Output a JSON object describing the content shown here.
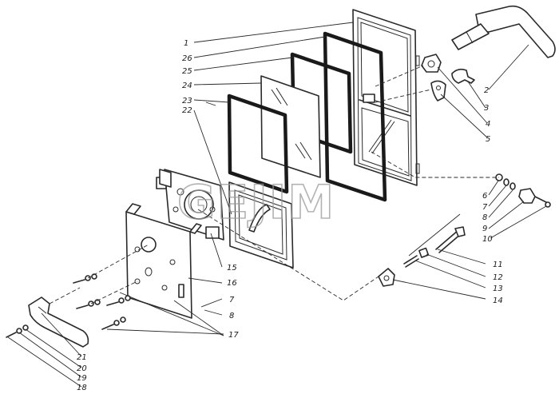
{
  "watermark": "GEJIM",
  "callouts": {
    "c1": "1",
    "c26": "26",
    "c25": "25",
    "c24": "24",
    "c23": "23",
    "c22": "22",
    "c2": "2",
    "c3": "3",
    "c4": "4",
    "c5": "5",
    "c6": "6",
    "c7a": "7",
    "c8a": "8",
    "c9": "9",
    "c10": "10",
    "c11": "11",
    "c12": "12",
    "c13": "13",
    "c14": "14",
    "c15": "15",
    "c16": "16",
    "c7b": "7",
    "c8b": "8",
    "c17": "17",
    "c21": "21",
    "c20": "20",
    "c19": "19",
    "c18": "18"
  },
  "icons": {
    "window_frame": "window-frame-icon",
    "handle": "door-handle-icon"
  }
}
